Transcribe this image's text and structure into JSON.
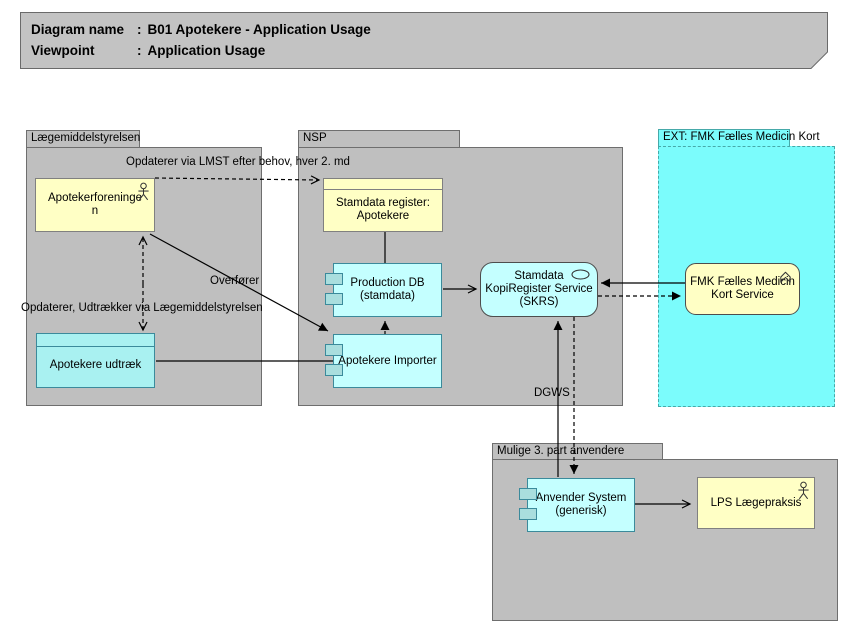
{
  "title": {
    "rows": [
      {
        "label": "Diagram name",
        "sep": ":",
        "value": "B01 Apotekere - Application Usage"
      },
      {
        "label": "Viewpoint",
        "sep": ":",
        "value": "Application Usage"
      }
    ]
  },
  "groups": {
    "lmst": {
      "label": "Lægemiddelstyrelsen"
    },
    "nsp": {
      "label": "NSP"
    },
    "ext": {
      "label": "EXT: FMK Fælles Medicin Kort"
    },
    "third_party": {
      "label": "Mulige 3. part anvendere"
    }
  },
  "nodes": {
    "apotekerforeningen": {
      "label": "Apotekerforeningen",
      "icon": "actor-icon"
    },
    "apotekere_udtraek": {
      "label": "Apotekere udtræk"
    },
    "stamdata_register": {
      "label": "Stamdata register: Apotekere"
    },
    "production_db": {
      "label": "Production DB (stamdata)"
    },
    "apotekere_importer": {
      "label": "Apotekere Importer"
    },
    "skrs": {
      "label": "Stamdata KopiRegister Service (SKRS)",
      "icon": "service-ellipse-icon"
    },
    "fmk_service": {
      "label": "FMK Fælles Medicin Kort Service",
      "icon": "chevron-icon"
    },
    "anvender_system": {
      "label": "Anvender System (generisk)"
    },
    "lps": {
      "label": "LPS Lægepraksis",
      "icon": "actor-icon"
    }
  },
  "edge_labels": {
    "lmst_update": "Opdaterer via LMST efter behov, hver 2. md",
    "opdater_udtraek": "Opdaterer, Udtrækker via Lægemiddelstyrelsen",
    "overfoerer": "Overfører",
    "dgws": "DGWS"
  },
  "colors": {
    "group_gray": "#bfbfbf",
    "ext_aqua": "#7bfcfc",
    "node_yellow": "#ffffc5",
    "node_cyan": "#c4ffff",
    "object_cyan": "#a9f1f1",
    "component_border": "#3b8a9b",
    "line": "#000000"
  }
}
